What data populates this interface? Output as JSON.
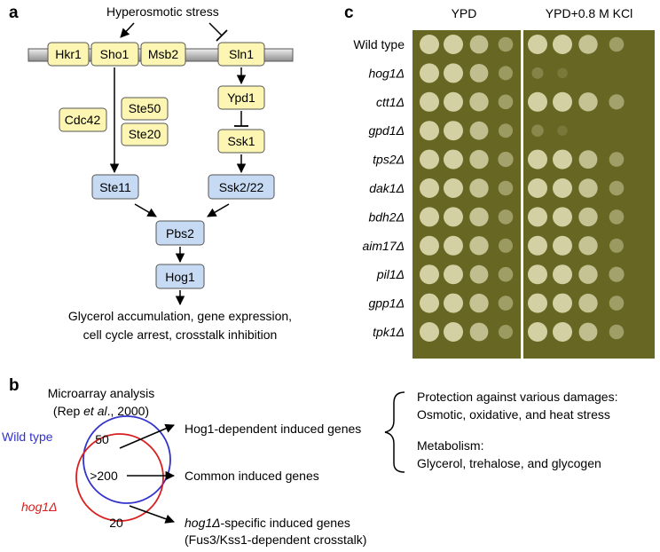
{
  "panels": {
    "a": "a",
    "b": "b",
    "c": "c"
  },
  "colors": {
    "yellow_box": "#fdf6b3",
    "blue_box": "#c6dbf3",
    "membrane": "#cfcfcf",
    "plate": "#676623",
    "wildtype_circle": "#3333cc",
    "mutant_circle": "#d81f1f",
    "colony": "#d3d0a4"
  },
  "pathway": {
    "stimulus": "Hyperosmotic stress",
    "membrane_proteins": [
      "Hkr1",
      "Sho1",
      "Msb2",
      "Sln1"
    ],
    "ypd1": "Ypd1",
    "ssk1": "Ssk1",
    "cdc42": "Cdc42",
    "ste50": "Ste50",
    "ste20": "Ste20",
    "ste11": "Ste11",
    "ssk2_22": "Ssk2/22",
    "pbs2": "Pbs2",
    "hog1": "Hog1",
    "output_line1": "Glycerol accumulation, gene expression,",
    "output_line2": "cell cycle arrest, crosstalk inhibition"
  },
  "microarray": {
    "title": "Microarray analysis",
    "citation_pre": "(Rep ",
    "citation_etal": "et al",
    "citation_post": "., 2000)",
    "wildtype_label": "Wild type",
    "mutant_label": "hog1Δ",
    "count_wt_only": "50",
    "count_common": ">200",
    "count_mutant_only": "20",
    "result_hog1_dependent": "Hog1-dependent induced genes",
    "result_common": "Common induced genes",
    "result_mutant_specific_italic": "hog1Δ",
    "result_mutant_specific_rest": "-specific induced genes",
    "result_mutant_specific_note": "(Fus3/Kss1-dependent crosstalk)",
    "functions": [
      "Protection against various damages:",
      "Osmotic, oxidative, and heat stress",
      "Metabolism:",
      "Glycerol, trehalose, and glycogen"
    ]
  },
  "spot_assay": {
    "conditions": [
      "YPD",
      "YPD+0.8 M KCl"
    ],
    "strains": [
      "Wild type",
      "hog1Δ",
      "ctt1Δ",
      "gpd1Δ",
      "tps2Δ",
      "dak1Δ",
      "bdh2Δ",
      "aim17Δ",
      "pil1Δ",
      "gpp1Δ",
      "tpk1Δ"
    ],
    "growth_ypd": [
      [
        1.0,
        1.0,
        0.8,
        0.45
      ],
      [
        1.0,
        1.0,
        0.8,
        0.4
      ],
      [
        1.0,
        1.0,
        0.85,
        0.45
      ],
      [
        1.0,
        1.0,
        0.8,
        0.4
      ],
      [
        1.0,
        1.0,
        0.85,
        0.5
      ],
      [
        1.0,
        1.0,
        0.85,
        0.45
      ],
      [
        1.0,
        1.0,
        0.85,
        0.45
      ],
      [
        1.0,
        1.0,
        0.85,
        0.4
      ],
      [
        1.0,
        1.0,
        0.8,
        0.45
      ],
      [
        1.0,
        1.0,
        0.85,
        0.45
      ],
      [
        1.0,
        1.0,
        0.8,
        0.4
      ]
    ],
    "growth_kcl": [
      [
        1.0,
        1.0,
        0.85,
        0.45
      ],
      [
        0.15,
        0.03,
        0.0,
        0.0
      ],
      [
        1.0,
        1.0,
        0.85,
        0.5
      ],
      [
        0.2,
        0.02,
        0.0,
        0.0
      ],
      [
        1.0,
        1.0,
        0.8,
        0.45
      ],
      [
        1.0,
        1.0,
        0.85,
        0.45
      ],
      [
        1.0,
        1.0,
        0.85,
        0.45
      ],
      [
        1.0,
        1.0,
        0.85,
        0.4
      ],
      [
        1.0,
        1.0,
        0.85,
        0.5
      ],
      [
        1.0,
        1.0,
        0.85,
        0.45
      ],
      [
        1.0,
        1.0,
        0.8,
        0.45
      ]
    ]
  }
}
